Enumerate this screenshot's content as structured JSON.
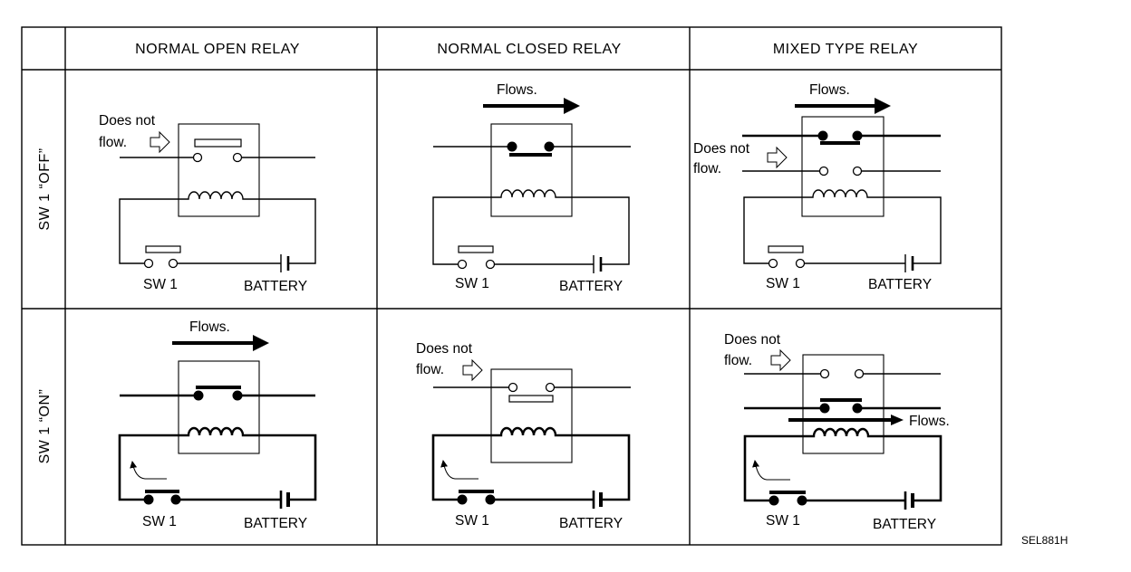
{
  "headers": {
    "normal_open": "NORMAL OPEN RELAY",
    "normal_closed": "NORMAL CLOSED RELAY",
    "mixed": "MIXED TYPE RELAY"
  },
  "rows": {
    "off": "SW 1 “OFF”",
    "on": "SW 1 “ON”"
  },
  "labels": {
    "does_not": "Does not",
    "flow": "flow.",
    "flows": "Flows.",
    "sw1": "SW 1",
    "battery": "BATTERY"
  },
  "figure_ref": "SEL881H"
}
